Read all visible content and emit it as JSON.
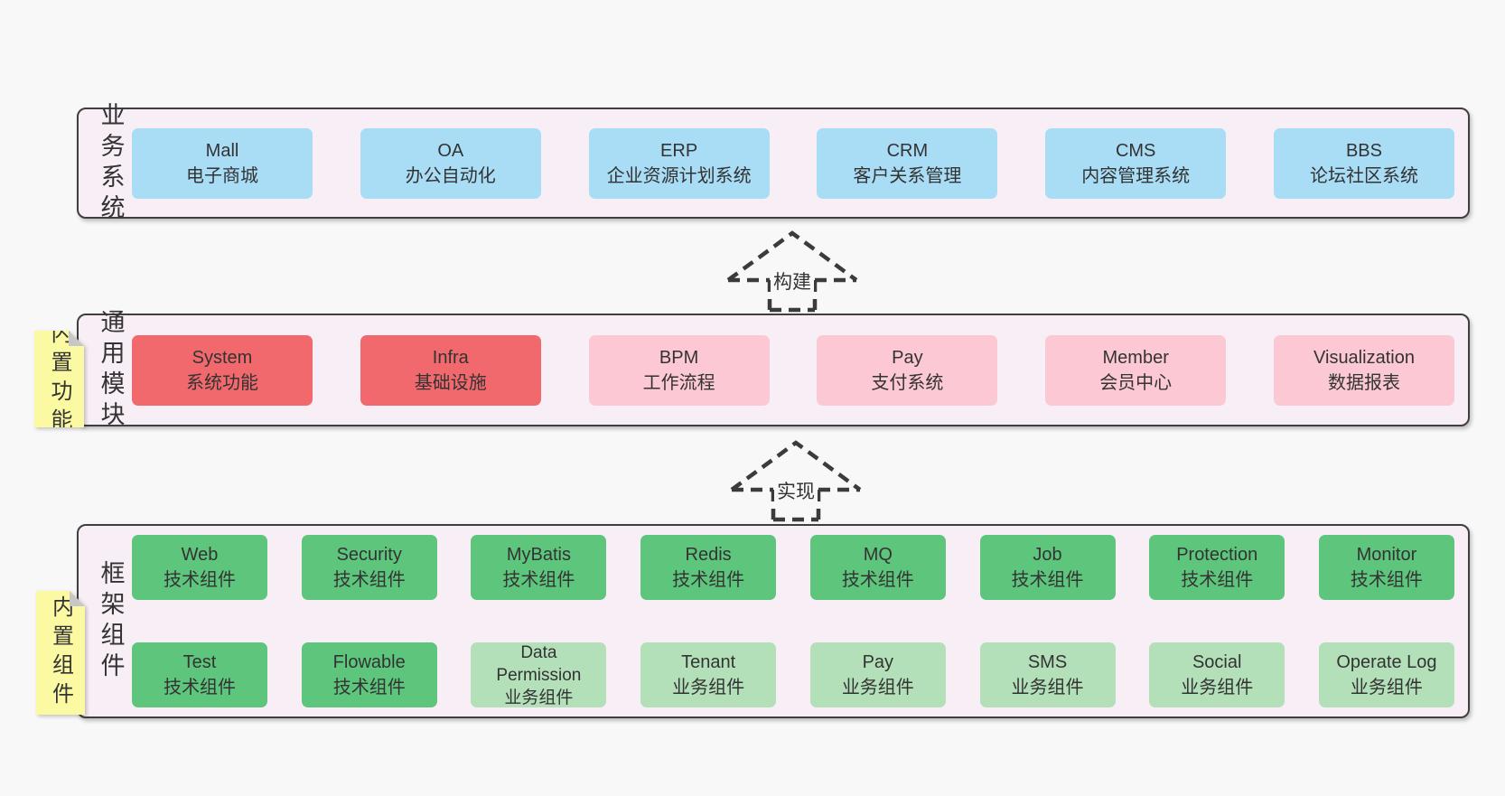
{
  "colors": {
    "page_bg": "#f8f8f8",
    "layer_bg": "#f8eef6",
    "layer_border": "#3f3f3f",
    "business_box_blue": "#a9dcf5",
    "core_module_red": "#f2696d",
    "module_pink": "#fbc8d3",
    "tech_component_green": "#5ec57d",
    "biz_component_light_green": "#b3e0b9",
    "tag_yellow": "#fbf9a1",
    "tag_fold_gray": "#c7c7c7",
    "dash_stroke": "#3b3b3b",
    "text": "#333333"
  },
  "business_layer": {
    "label": "业务系统",
    "boxes": [
      {
        "en": "Mall",
        "zh": "电子商城"
      },
      {
        "en": "OA",
        "zh": "办公自动化"
      },
      {
        "en": "ERP",
        "zh": "企业资源计划系统"
      },
      {
        "en": "CRM",
        "zh": "客户关系管理"
      },
      {
        "en": "CMS",
        "zh": "内容管理系统"
      },
      {
        "en": "BBS",
        "zh": "论坛社区系统"
      }
    ]
  },
  "build_arrow": {
    "label": "构建"
  },
  "modules_layer": {
    "tag": "内置功能",
    "label": "通用模块",
    "boxes": [
      {
        "en": "System",
        "zh": "系统功能"
      },
      {
        "en": "Infra",
        "zh": "基础设施"
      },
      {
        "en": "BPM",
        "zh": "工作流程"
      },
      {
        "en": "Pay",
        "zh": "支付系统"
      },
      {
        "en": "Member",
        "zh": "会员中心"
      },
      {
        "en": "Visualization",
        "zh": "数据报表"
      }
    ]
  },
  "implement_arrow": {
    "label": "实现"
  },
  "components_layer": {
    "tag": "内置组件",
    "label": "框架组件",
    "row1": [
      {
        "en": "Web",
        "zh": "技术组件"
      },
      {
        "en": "Security",
        "zh": "技术组件"
      },
      {
        "en": "MyBatis",
        "zh": "技术组件"
      },
      {
        "en": "Redis",
        "zh": "技术组件"
      },
      {
        "en": "MQ",
        "zh": "技术组件"
      },
      {
        "en": "Job",
        "zh": "技术组件"
      },
      {
        "en": "Protection",
        "zh": "技术组件"
      },
      {
        "en": "Monitor",
        "zh": "技术组件"
      }
    ],
    "row2": [
      {
        "en": "Test",
        "zh": "技术组件"
      },
      {
        "en": "Flowable",
        "zh": "技术组件"
      },
      {
        "en": "Data Permission",
        "zh": "业务组件"
      },
      {
        "en": "Tenant",
        "zh": "业务组件"
      },
      {
        "en": "Pay",
        "zh": "业务组件"
      },
      {
        "en": "SMS",
        "zh": "业务组件"
      },
      {
        "en": "Social",
        "zh": "业务组件"
      },
      {
        "en": "Operate Log",
        "zh": "业务组件"
      }
    ]
  }
}
